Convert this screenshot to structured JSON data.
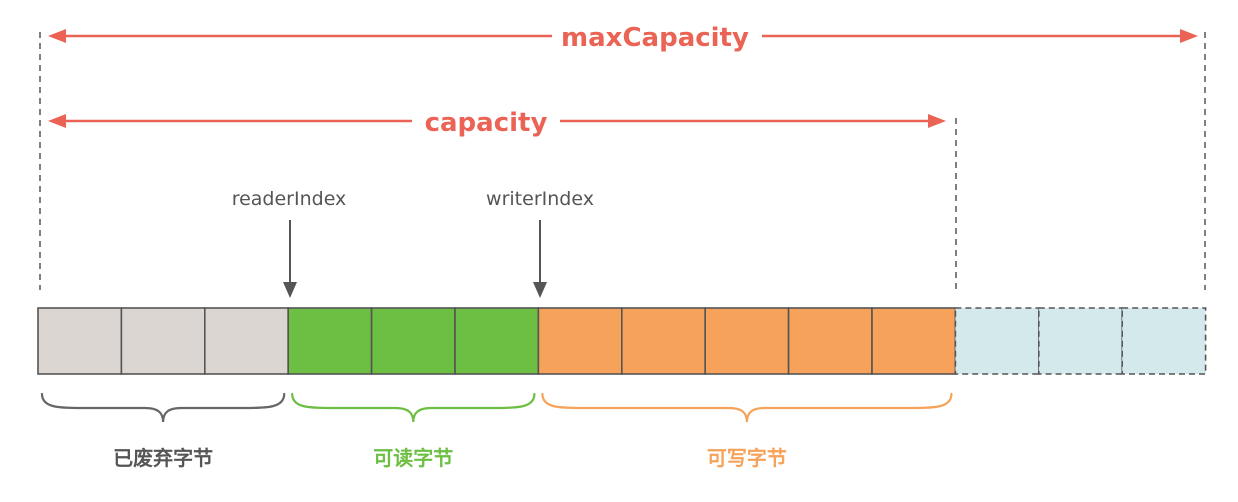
{
  "labels": {
    "max_capacity": "maxCapacity",
    "capacity": "capacity",
    "reader_index": "readerIndex",
    "writer_index": "writerIndex"
  },
  "regions": [
    {
      "key": "discarded",
      "label": "已废弃字节",
      "cells": 3,
      "fill": "#dcd6d2",
      "label_color": "#555555",
      "brace_color": "#666666",
      "dashed": false
    },
    {
      "key": "readable",
      "label": "可读字节",
      "cells": 3,
      "fill": "#6dbf43",
      "label_color": "#6dbf43",
      "brace_color": "#6dbf43",
      "dashed": false
    },
    {
      "key": "writable",
      "label": "可写字节",
      "cells": 5,
      "fill": "#f7a25a",
      "label_color": "#f7a25a",
      "brace_color": "#f7a25a",
      "dashed": false
    },
    {
      "key": "reserved",
      "label": "",
      "cells": 3,
      "fill": "#d3e9ec",
      "label_color": "#999999",
      "brace_color": "#999999",
      "dashed": true
    }
  ],
  "colors": {
    "accent": "#ea6354",
    "guide_line": "#555555",
    "index_arrow": "#555555",
    "index_text": "#555555",
    "cell_border": "#555555"
  }
}
